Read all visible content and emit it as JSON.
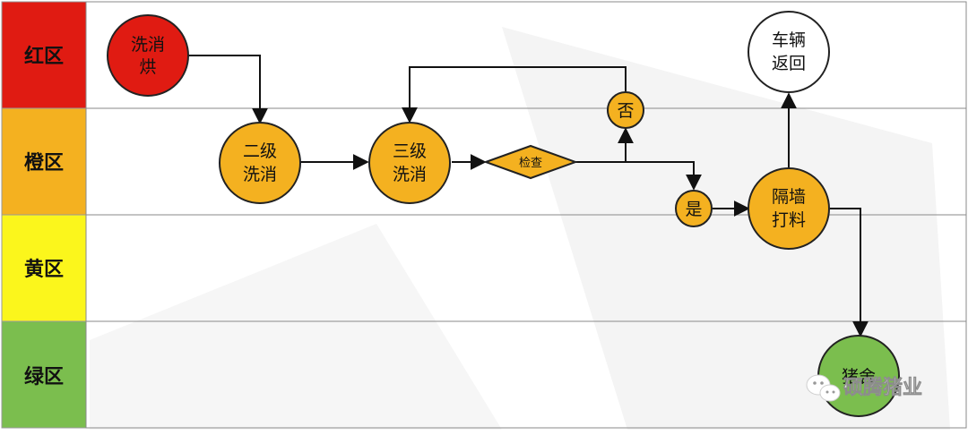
{
  "zones": [
    {
      "label": "红区",
      "color": "#e01b12"
    },
    {
      "label": "橙区",
      "color": "#f4b120"
    },
    {
      "label": "黄区",
      "color": "#fbf61c"
    },
    {
      "label": "绿区",
      "color": "#7bbe4e"
    }
  ],
  "nodes": {
    "disinfect_bake": {
      "line1": "洗消",
      "line2": "烘",
      "fill": "#e01b12"
    },
    "second_wash": {
      "line1": "二级",
      "line2": "洗消",
      "fill": "#f4b120"
    },
    "third_wash": {
      "line1": "三级",
      "line2": "洗消",
      "fill": "#f4b120"
    },
    "check": {
      "label": "检查",
      "fill": "#f4b120"
    },
    "no": {
      "label": "否",
      "fill": "#f4b120"
    },
    "yes": {
      "label": "是",
      "fill": "#f4b120"
    },
    "wall_feeding": {
      "line1": "隔墙",
      "line2": "打料",
      "fill": "#f4b120"
    },
    "vehicle_return": {
      "line1": "车辆",
      "line2": "返回",
      "fill": "#ffffff"
    },
    "pig_house": {
      "label": "猪舍",
      "fill": "#7bbe4e"
    }
  },
  "watermark": {
    "text": "硕腾猪业",
    "icon": "wechat-icon"
  }
}
